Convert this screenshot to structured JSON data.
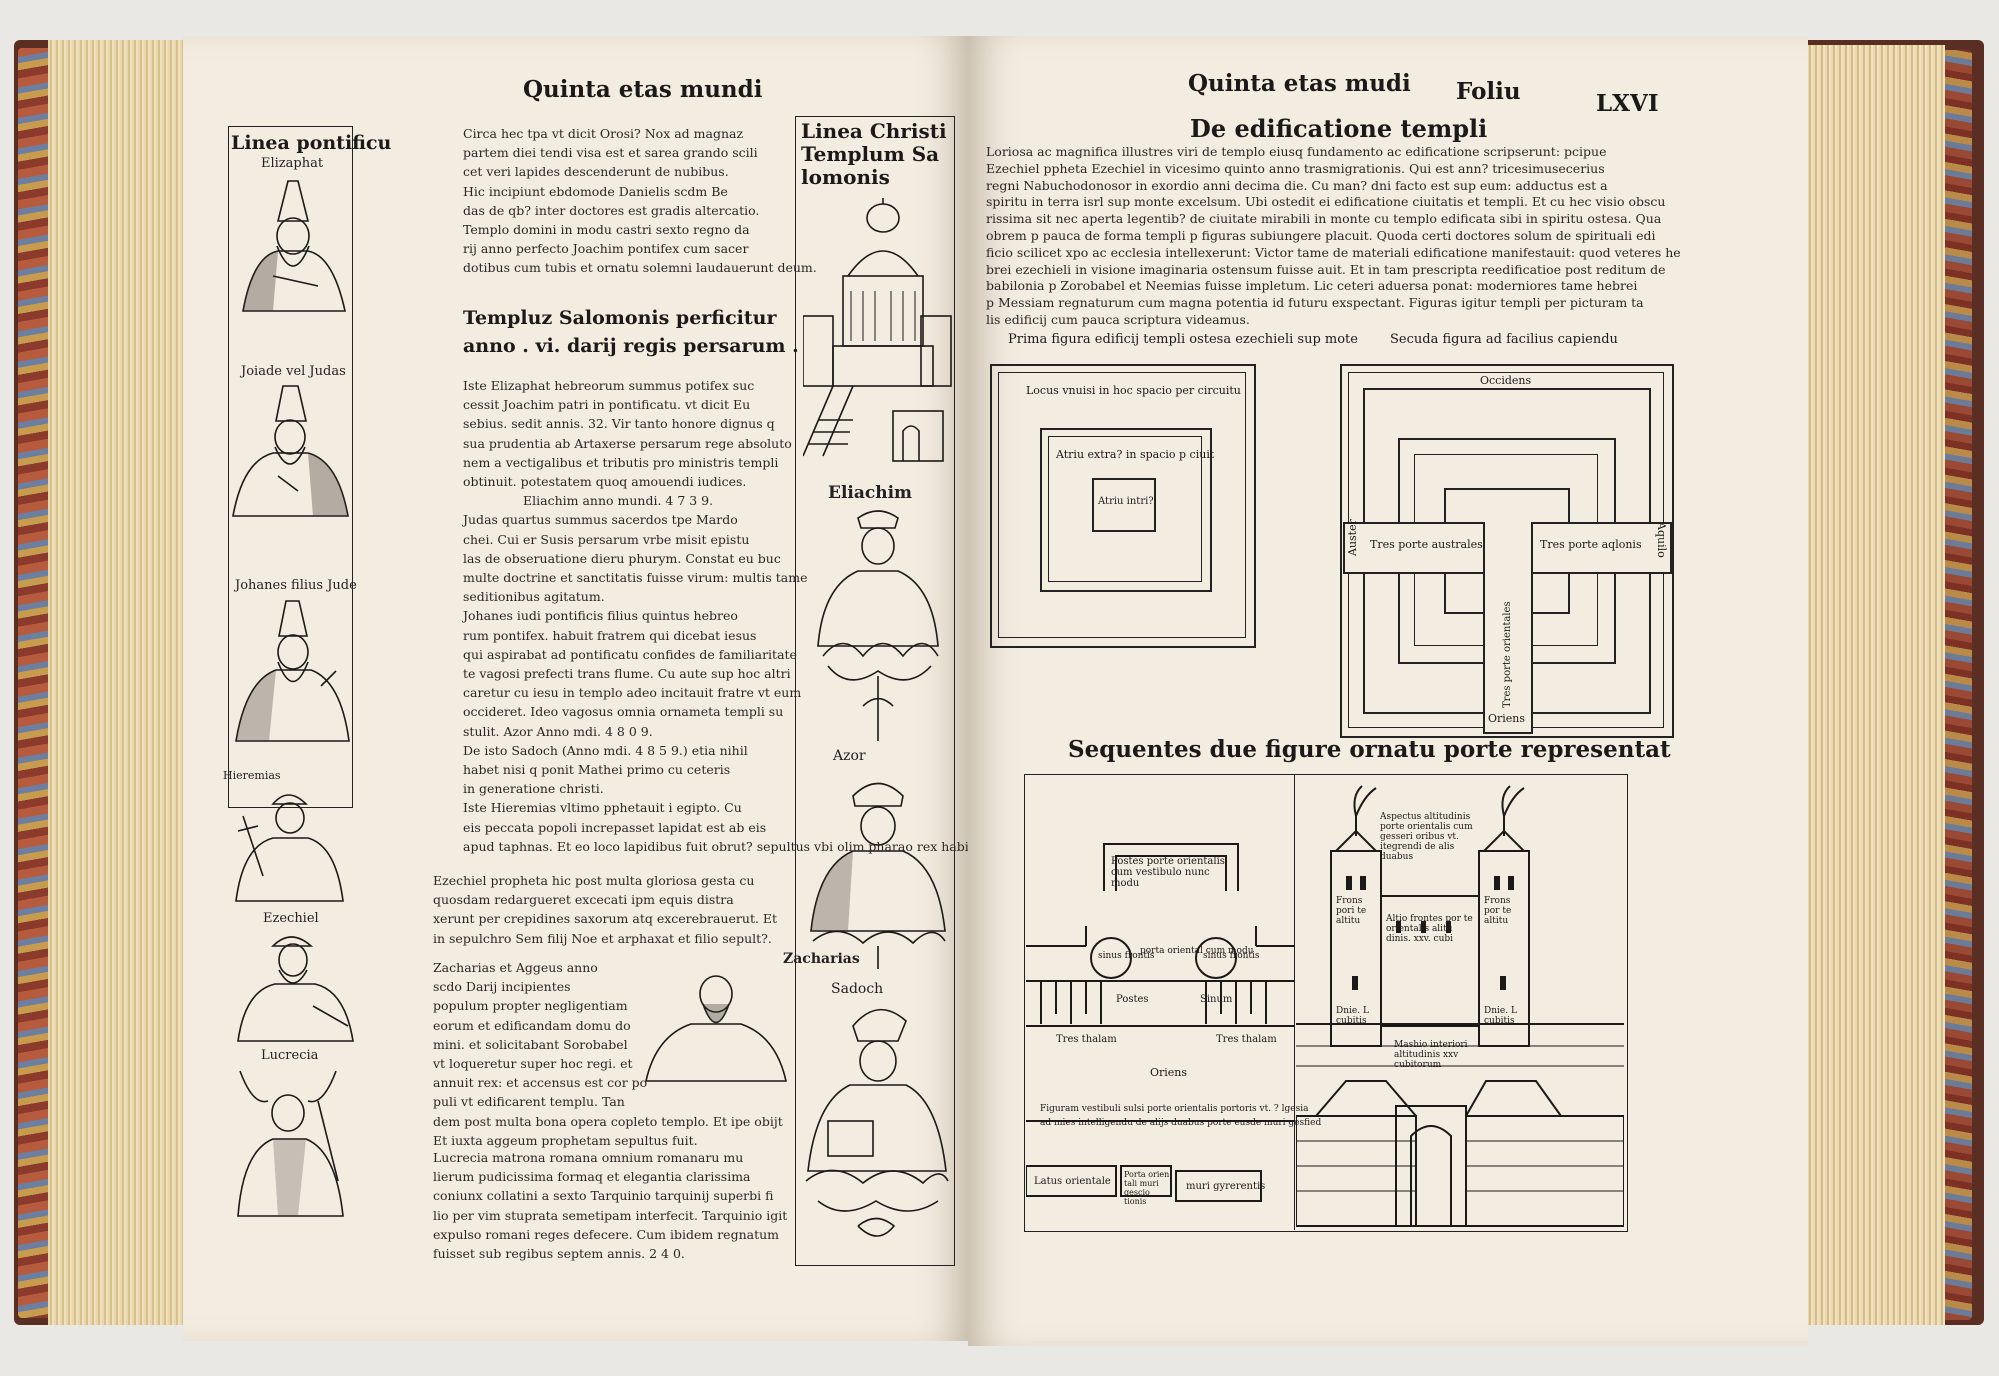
{
  "left_page": {
    "running_head": "Quinta etas mundi",
    "col_left_title": "Linea pontificu",
    "col_right_title": [
      "Linea Christi",
      "Templum Sa",
      "lomonis"
    ],
    "portraits_left": [
      "Elizaphat",
      "Joiade vel Judas",
      "Johanes filius Jude",
      "Hieremias",
      "Ezechiel",
      "Lucrecia"
    ],
    "portraits_right": [
      "Eliachim",
      "Azor",
      "Sadoch"
    ],
    "zacharias_label": "Zacharias",
    "subheading": [
      "Templuz Salomonis perficitur",
      "anno . vi. darij regis persarum ."
    ],
    "text_blocks": [
      [
        "Circa hec tpa vt dicit Orosi? Nox ad magnaz",
        "partem diei tendi visa est et sarea grando scili",
        "cet veri lapides descenderunt de nubibus."
      ],
      [
        "Hic incipiunt ebdomode Danielis scdm Be",
        "das de qb? inter doctores est gradis altercatio."
      ],
      [
        "Templo domini in modu castri sexto regno da",
        "rij anno perfecto Joachim pontifex cum sacer",
        "dotibus cum tubis et ornatu solemni laudauerunt deum."
      ],
      [
        "Iste Elizaphat hebreorum summus potifex suc",
        "cessit Joachim patri in pontificatu. vt dicit Eu",
        "sebius. sedit annis. 32. Vir tanto honore dignus q",
        "sua prudentia ab Artaxerse persarum rege absoluto",
        "nem a vectigalibus et tributis pro ministris templi",
        "obtinuit. potestatem quoq amouendi iudices.",
        "Eliachim anno mundi. 4 7 3 9."
      ],
      [
        "Judas quartus summus sacerdos tpe Mardo",
        "chei. Cui er Susis persarum vrbe misit epistu",
        "las de obseruatione dieru phurym. Constat eu buc",
        "multe doctrine et sanctitatis fuisse virum: multis tame",
        "seditionibus agitatum."
      ],
      [
        "Johanes iudi pontificis filius quintus hebreo",
        "rum pontifex. habuit fratrem qui dicebat iesus",
        "qui aspirabat ad pontificatu confides de familiaritate",
        "te vagosi prefecti trans flume. Cu aute sup hoc altri",
        "caretur cu iesu in templo adeo incitauit fratre vt eum",
        "occideret. Ideo vagosus omnia ornameta templi su",
        "stulit.   Azor Anno mdi. 4 8 0 9."
      ],
      [
        "De isto Sadoch (Anno mdi. 4 8 5 9.) etia nihil",
        "habet nisi q ponit Mathei primo cu ceteris",
        "in generatione christi."
      ],
      [
        "Iste Hieremias vltimo pphetauit i egipto. Cu",
        "eis peccata popoli increpasset lapidat est ab eis",
        "apud taphnas. Et eo loco lapidibus fuit obrut? sepultus vbi olim pharao rex habitauerat."
      ],
      [
        "Ezechiel propheta hic post multa gloriosa gesta cu",
        "quosdam redargueret excecati ipm equis distra",
        "xerunt per crepidines saxorum atq excerebrauerut. Et",
        "in sepulchro Sem filij Noe et arphaxat et filio sepult?."
      ],
      [
        "Zacharias et Aggeus anno",
        "scdo Darij incipientes",
        "populum propter negligentiam",
        "eorum et edificandam domu do",
        "mini. et solicitabant Sorobabel",
        "vt loqueretur super hoc regi. et",
        "annuit rex: et accensus est cor po",
        "puli vt edificarent templu. Tan",
        "dem post multa bona opera copleto templo. Et ipe obijt",
        "Et iuxta aggeum prophetam sepultus fuit."
      ],
      [
        "Lucrecia matrona romana omnium romanaru mu",
        "lierum pudicissima formaq et elegantia clarissima",
        "coniunx collatini a sexto Tarquinio tarquinij superbi fi",
        "lio per vim stuprata semetipam interfecit. Tarquinio igit",
        "expulso romani reges defecere. Cum ibidem regnatum",
        "fuisset sub regibus septem annis. 2 4 0."
      ]
    ]
  },
  "right_page": {
    "running_head": "Quinta etas mudi",
    "folio_label": "Foliu",
    "folio_number": "LXVI",
    "title": "De edificatione templi",
    "intro_lines": [
      "Loriosa ac magnifica illustres viri de templo eiusq fundamento ac edificatione scripserunt: pcipue",
      "Ezechiel ppheta Ezechiel in vicesimo quinto anno trasmigrationis. Qui est ann? tricesimusecerius",
      "regni Nabuchodonosor in exordio anni decima die. Cu man? dni facto est sup eum: adductus est a",
      "spiritu in terra isrl sup monte excelsum. Ubi ostedit ei edificatione ciuitatis et templi. Et cu hec visio obscu",
      "rissima sit nec aperta legentib? de ciuitate mirabili in monte cu templo edificata sibi in spiritu ostesa. Qua",
      "obrem p pauca de forma templi p figuras subiungere placuit. Quoda certi doctores solum de spirituali edi",
      "ficio scilicet xpo ac ecclesia intellexerunt: Victor tame de materiali edificatione manifestauit: quod veteres he",
      "brei ezechieli in visione imaginaria ostensum fuisse auit. Et in tam prescripta reedificatioe post reditum de",
      "babilonia p Zorobabel et Neemias fuisse impletum. Lic ceteri aduersa ponat: moderniores tame hebrei",
      "p Messiam regnaturum cum magna potentia id futuru exspectant. Figuras igitur templi per picturam ta",
      "lis edificij cum pauca scriptura videamus."
    ],
    "fig1_caption": "Prima figura edificij templi ostesa ezechieli sup mote",
    "fig2_caption": "Secuda figura ad facilius capiendu",
    "fig1_outer": "Locus vnuisi in hoc spacio per circuitu",
    "fig1_middle": "Atriu extra? in spacio p ciuit",
    "fig1_inner": "Atriu intri?",
    "fig2_top": "Occidens",
    "fig2_bottom": "Oriens",
    "fig2_left": "Auster",
    "fig2_right": "Aquilo",
    "fig2_left_gate": "Tres porte australes",
    "fig2_right_gate": "Tres porte aqlonis",
    "fig2_vertical": "Tres porte orientales",
    "heading2": "Sequentes due figure ornatu porte representat",
    "fig3_labels": {
      "top": "Postes porte orientalis cum vestibulo nunc modu",
      "circle_left": "sinus frontis",
      "circle_right": "sinus frontis",
      "center": "porta oriental cum modu",
      "left_post": "Postes",
      "right_post": "Sinum",
      "bottom_left": "Tres thalam",
      "bottom_right": "Tres thalam",
      "oriens": "Oriens",
      "note_1": "Figuram vestibuli sulsi porte orientalis portoris vt. ? lgesia",
      "note_2": "ad mies intelligendu de alijs duabus porte eusde muri gesfied",
      "box_1": "Latus orientale",
      "box_2": "Porta orien tali muri gescio tionis",
      "box_3": "muri gyrerentis"
    },
    "fig4_labels": {
      "top": "Aspectus altitudinis porte orientalis cum gesseri oribus vt. itegrendi de alis duabus",
      "left_tower": "Frons pori te altitu",
      "right_tower": "Frons por te altitu",
      "middle": "Altio frontes por te orientalis alitu dinis. xxv. cubi",
      "left_lower": "Dnie. L cubitis",
      "right_lower": "Dnie. L cubitis",
      "gate": "Mashio interiori altitudinis xxv cubitorum"
    }
  },
  "colors": {
    "paper": "#f3ece0",
    "ink": "#1b1a18",
    "cover": "#5a2e22"
  }
}
